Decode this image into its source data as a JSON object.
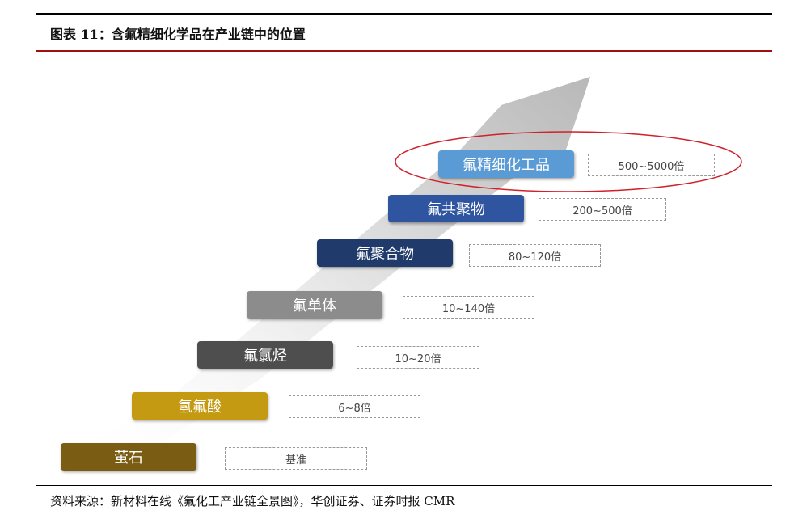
{
  "title": "图表 11：含氟精细化学品在产业链中的位置",
  "source": "资料来源：新材料在线《氟化工产业链全景图》，华创证券、证券时报 CMR",
  "steps": [
    {
      "name": "萤石",
      "multiple": "基准",
      "color": "#7a5c12"
    },
    {
      "name": "氢氟酸",
      "multiple": "6~8倍",
      "color": "#c49a12"
    },
    {
      "name": "氟氯烃",
      "multiple": "10~20倍",
      "color": "#4e4e4e"
    },
    {
      "name": "氟单体",
      "multiple": "10~140倍",
      "color": "#8c8c8c"
    },
    {
      "name": "氟聚合物",
      "multiple": "80~120倍",
      "color": "#1f3a6b"
    },
    {
      "name": "氟共聚物",
      "multiple": "200~500倍",
      "color": "#2f54a0"
    },
    {
      "name": "氟精细化工品",
      "multiple": "500~5000倍",
      "color": "#5b9bd5"
    }
  ],
  "highlight_color": "#d0202a"
}
